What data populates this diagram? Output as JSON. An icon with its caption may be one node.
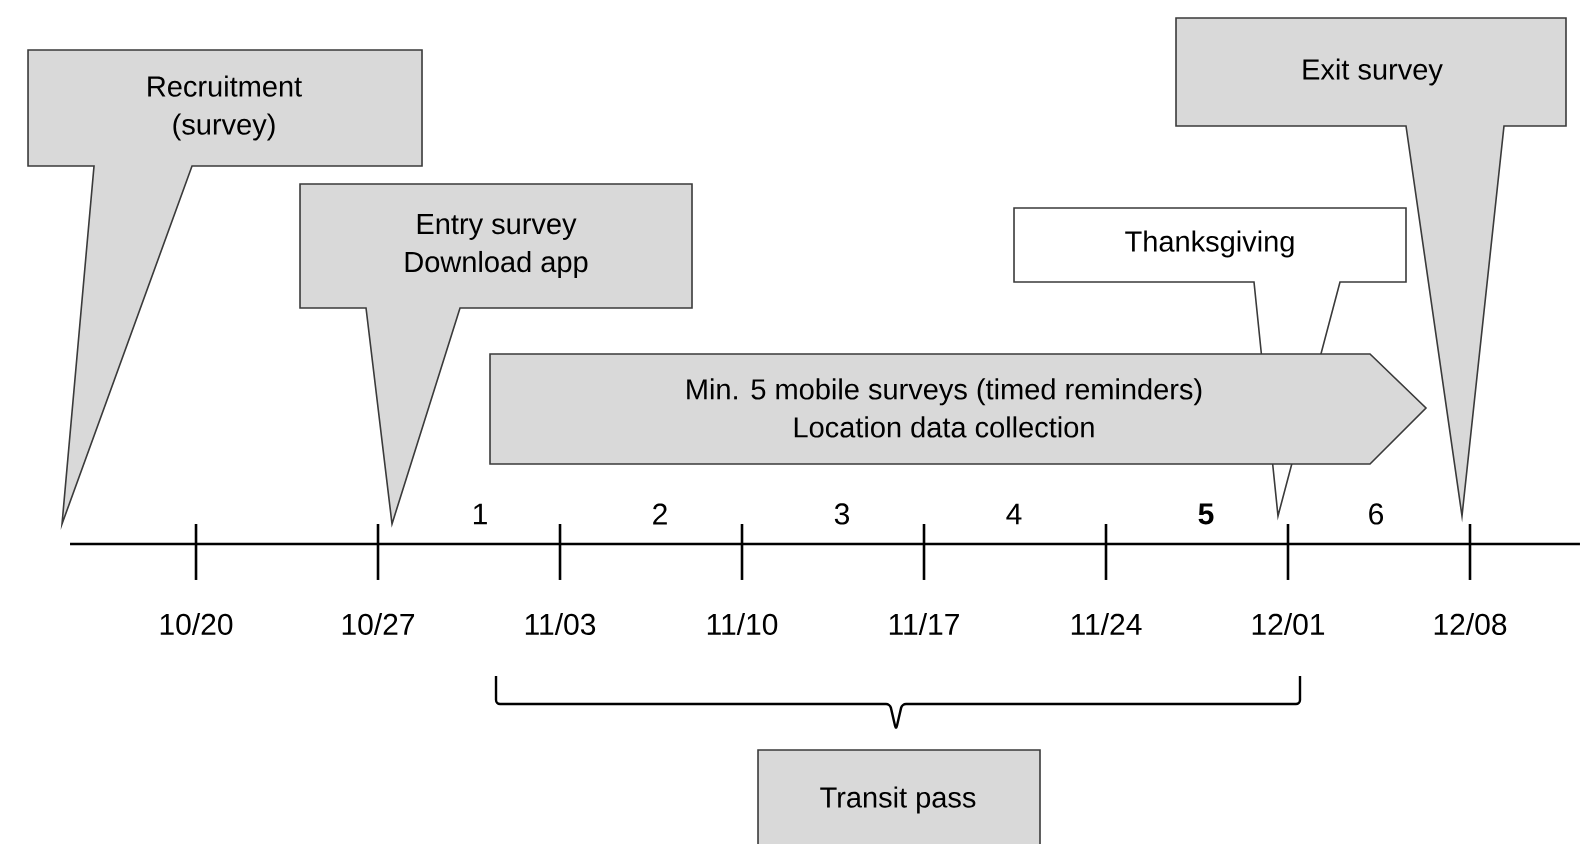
{
  "diagram": {
    "nodes": [
      {
        "text": [
          "Recruitment (survey)"
        ]
      },
      {
        "text": [
          "Entry survey",
          "Download app"
        ]
      },
      {
        "text": [
          "Min. 5 mobile surveys (timed reminders)",
          "Location data collection"
        ]
      },
      {
        "text": [
          "Thanksgiving"
        ]
      },
      {
        "text": [
          "Exit survey"
        ]
      },
      {
        "text": [
          "Transit pass"
        ]
      }
    ],
    "labels": [
      "1",
      "2",
      "3",
      "4",
      "5",
      "6",
      "10/20",
      "10/27",
      "11/03",
      "11/10",
      "11/17",
      "11/24",
      "12/01",
      "12/08"
    ]
  }
}
